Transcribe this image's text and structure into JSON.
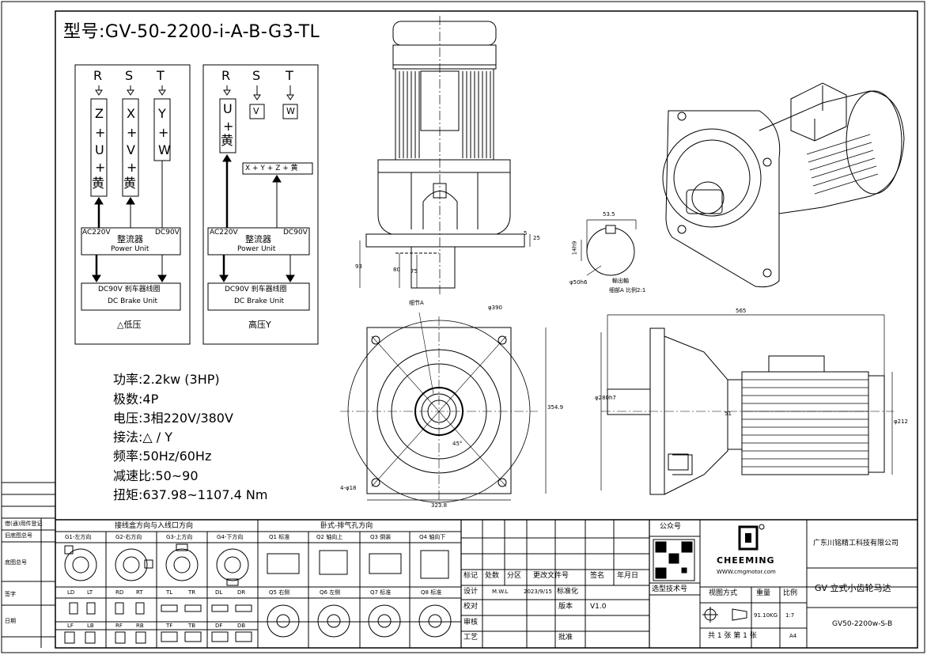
{
  "model": "型号:GV-50-2200-i-A-B-G3-TL",
  "wiring_low": {
    "phases": [
      "R",
      "S",
      "T"
    ],
    "terms": [
      [
        "Z",
        "+",
        "U",
        "+",
        "黄"
      ],
      [
        "X",
        "+",
        "V",
        "+",
        "黄"
      ],
      [
        "Y",
        "+",
        "W"
      ]
    ],
    "rectifier": {
      "ac": "AC220V",
      "dc": "DC90V",
      "cn": "整流器",
      "en": "Power Unit"
    },
    "brake": {
      "label": "DC90V 刹车器线圈",
      "en": "DC Brake Unit"
    },
    "caption": "△低压"
  },
  "wiring_high": {
    "phases": [
      "R",
      "S",
      "T"
    ],
    "terms": [
      [
        "U",
        "+",
        "黄"
      ],
      [
        "V"
      ],
      [
        "W"
      ]
    ],
    "bus": "X + Y + Z + 黄",
    "rectifier": {
      "ac": "AC220V",
      "dc": "DC90V",
      "cn": "整流器",
      "en": "Power Unit"
    },
    "brake": {
      "label": "DC90V 刹车器线圈",
      "en": "DC Brake Unit"
    },
    "caption": "高压Y"
  },
  "specs": [
    "功率:2.2kw (3HP)",
    "极数:4P",
    "电压:3相220V/380V",
    "接法:△ / Y",
    "频率:50Hz/60Hz",
    "减速比:50~90",
    "扭矩:637.98~1107.4 Nm"
  ],
  "dims": {
    "d53_5": "53.5",
    "d14h9": "14h9",
    "d50h6": "φ50h6",
    "shaft": "輸出軸",
    "detail": "细部A 比例2:1",
    "d93": "93",
    "d80": "80",
    "d75": "75",
    "d5": "5",
    "d25": "25",
    "d390": "φ390",
    "detailA": "细节A",
    "d354_9": "354.9",
    "d323_8": "323.8",
    "d4_18": "4-φ18",
    "d45": "45°",
    "d565": "565",
    "d280": "φ280h7",
    "d51": "51",
    "d212": "φ212"
  },
  "left_strip": [
    "借(通)用件登记",
    "旧底图总号",
    "底图总号",
    "签字",
    "日期"
  ],
  "table": {
    "junction_title": "接线盒方向与入线口方向",
    "junction_heads": [
      "G1-左方向",
      "G2-右方向",
      "G3-上方向",
      "G4-下方向"
    ],
    "junction_codes": [
      "LD",
      "LT",
      "RD",
      "RT",
      "TL",
      "TR",
      "DL",
      "DR",
      "LF",
      "LB",
      "RF",
      "RB",
      "TF",
      "TB",
      "DF",
      "DB"
    ],
    "vent_title": "卧式-排气孔方向",
    "vent_heads_1": [
      "Q1 标准",
      "Q2 轴向上",
      "Q3 倒装",
      "Q4 轴向下"
    ],
    "vent_heads_2": [
      "Q5 右侧",
      "Q6 左侧",
      "Q7 标准",
      "Q8 标准"
    ],
    "rev_head": [
      "标记",
      "处数",
      "分区",
      "更改文件号",
      "签名",
      "年月日"
    ],
    "rows": [
      [
        "设计",
        "M.W.L",
        "2023/9/15",
        "标准化"
      ],
      [
        "校对",
        "",
        "",
        "版本",
        "V1.0"
      ],
      [
        "审核"
      ],
      [
        "工艺",
        "",
        "",
        "批准"
      ]
    ],
    "gzh": "公众号",
    "xxjs": "选型技术号",
    "brand": "CHEEMING",
    "url": "WWW.cmgmotor.com",
    "company": "广东川铭精工科技有限公司",
    "product": "GV 立式小齿轮马达",
    "view": "视图方式",
    "weight_h": "重量",
    "ratio_h": "比例",
    "weight": "91.10KG",
    "ratio": "1:7",
    "sheets": "共 1 张 第 1 张",
    "size": "A4",
    "drawing_no": "GV50-2200w-S-B"
  }
}
